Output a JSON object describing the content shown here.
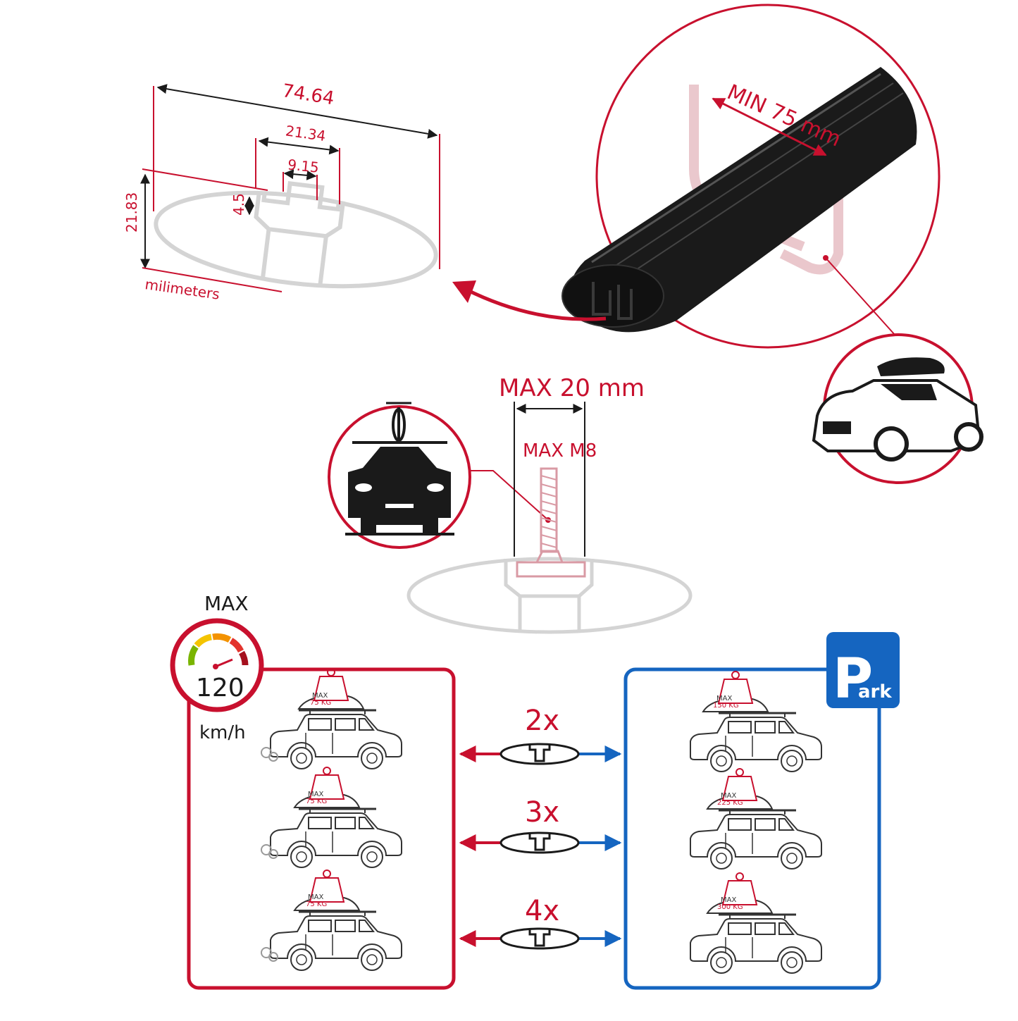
{
  "profile": {
    "width_label": "74.64",
    "slot_outer_label": "21.34",
    "slot_inner_label": "9.15",
    "slot_depth_label": "4.5",
    "height_label": "21.83",
    "unit_label": "milimeters"
  },
  "ubolt": {
    "min_label": "MIN 75 mm"
  },
  "bolt": {
    "max_width_label": "MAX 20 mm",
    "max_thread_label": "MAX M8"
  },
  "speed": {
    "max_label": "MAX",
    "value": "120",
    "unit": "km/h"
  },
  "park": {
    "letter": "P",
    "suffix": "ark"
  },
  "load_rows": [
    {
      "count": "2x",
      "driving_weight": "75 KG",
      "parked_weight": "150 KG"
    },
    {
      "count": "3x",
      "driving_weight": "75 KG",
      "parked_weight": "225 KG"
    },
    {
      "count": "4x",
      "driving_weight": "75 KG",
      "parked_weight": "300 KG"
    }
  ],
  "weight_max_label": "MAX",
  "colors": {
    "accent_red": "#c8102e",
    "park_blue": "#1565c0",
    "bar_black": "#1a1a1a"
  }
}
